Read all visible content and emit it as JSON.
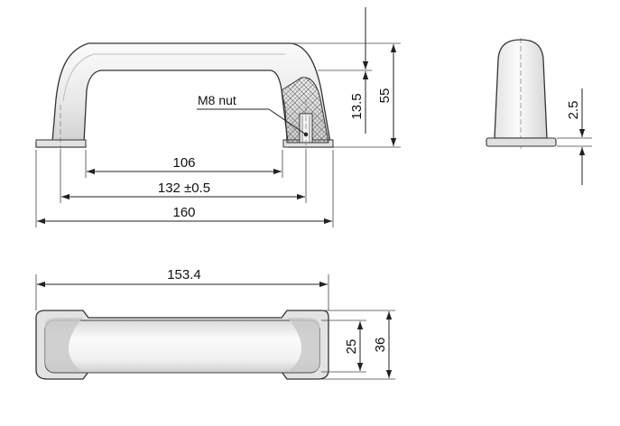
{
  "dimensions": {
    "front_inner_width": "106",
    "front_hole_spacing": "132 ±0.5",
    "front_overall_length": "160",
    "front_grip_height": "13.5",
    "front_overall_height": "55",
    "side_base_thickness": "2.5",
    "top_length": "153.4",
    "top_grip_width": "25",
    "top_overall_width": "36"
  },
  "notes": {
    "nut_label": "M8 nut"
  },
  "colors": {
    "line": "#222222",
    "body_fill": "#e8e8e8",
    "body_light": "#f7f7f7",
    "shadow": "#bdbdbd"
  }
}
